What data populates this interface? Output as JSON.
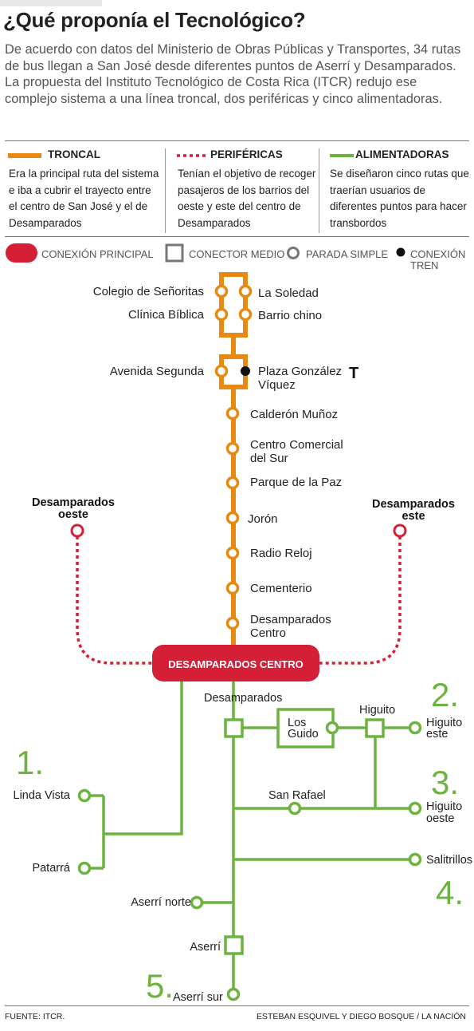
{
  "title": "¿Qué proponía el Tecnológico?",
  "intro": "De acuerdo con datos del Ministerio de Obras Públicas y Transportes, 34 rutas de bus llegan a San José desde diferentes puntos de Aserrí y Desamparados. La propuesta del Instituto Tecnológico de Costa Rica (ITCR) redujo ese complejo sistema a una línea troncal, dos periféricas y cinco alimentadoras.",
  "legend": {
    "troncal": {
      "label": "TRONCAL",
      "text": "Era la principal ruta del sistema e iba a cubrir el trayecto entre el centro de San José y el de Desamparados",
      "color": "#e88a12"
    },
    "perifericas": {
      "label": "PERIFÉRICAS",
      "text": "Tenían el objetivo de recoger pasajeros de los barrios del oeste y este del centro de Desamparados",
      "color": "#d41f36"
    },
    "alimentadoras": {
      "label": "ALIMENTADORAS",
      "text": "Se diseñaron cinco rutas que traerían usuarios de diferentes puntos para hacer transbordos",
      "color": "#6cb33f"
    }
  },
  "key": {
    "principal": "CONEXIÓN PRINCIPAL",
    "medio": "CONECTOR MEDIO",
    "simple": "PARADA SIMPLE",
    "tren_1": "CONEXIÓN",
    "tren_2": "TREN"
  },
  "stops": {
    "colegio": "Colegio de Señoritas",
    "soledad": "La Soledad",
    "clinica": "Clínica Bíblica",
    "barrio_chino": "Barrio chino",
    "avenida": "Avenida Segunda",
    "plaza_1": "Plaza González",
    "plaza_2": "Víquez",
    "train_marker": "T",
    "calderon": "Calderón Muñoz",
    "ccs_1": "Centro Comercial",
    "ccs_2": "del Sur",
    "parque": "Parque de la Paz",
    "joron": "Jorón",
    "radio": "Radio Reloj",
    "cementerio": "Cementerio",
    "desa_centro_1": "Desamparados",
    "desa_centro_2": "Centro",
    "desa_oeste_1": "Desamparados",
    "desa_oeste_2": "oeste",
    "desa_este_1": "Desamparados",
    "desa_este_2": "este",
    "hub": "DESAMPARADOS CENTRO",
    "desamparados": "Desamparados",
    "los_guido_1": "Los",
    "los_guido_2": "Guido",
    "higuito": "Higuito",
    "higuito_este_1": "Higuito",
    "higuito_este_2": "este",
    "san_rafael": "San Rafael",
    "higuito_oeste_1": "Higuito",
    "higuito_oeste_2": "oeste",
    "salitrillos": "Salitrillos",
    "linda_vista": "Linda Vista",
    "patarra": "Patarrá",
    "aserri_norte": "Aserrí norte",
    "aserri": "Aserrí",
    "aserri_sur": "Aserrí sur"
  },
  "routes": {
    "r1": "1.",
    "r2": "2.",
    "r3": "3.",
    "r4": "4.",
    "r5": "5."
  },
  "footer": {
    "source": "FUENTE: ITCR.",
    "credits": "ESTEBAN ESQUIVEL Y DIEGO BOSQUE / LA NACIÓN"
  }
}
